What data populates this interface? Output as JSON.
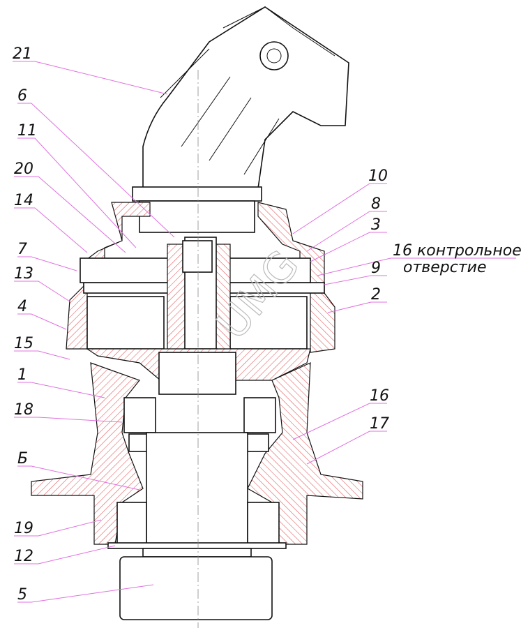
{
  "labels_left": [
    "21",
    "6",
    "11",
    "20",
    "14",
    "7",
    "13",
    "4",
    "15",
    "1",
    "18",
    "Б",
    "19",
    "12",
    "5"
  ],
  "labels_right": [
    "10",
    "8",
    "3",
    "16",
    "9",
    "2",
    "16",
    "17"
  ],
  "note": {
    "line1": "контрольное",
    "line2": "отверстие"
  },
  "watermark": "UMG",
  "colors": {
    "leader": "#e070e0",
    "hatch": "#e04040",
    "line": "#111111"
  }
}
